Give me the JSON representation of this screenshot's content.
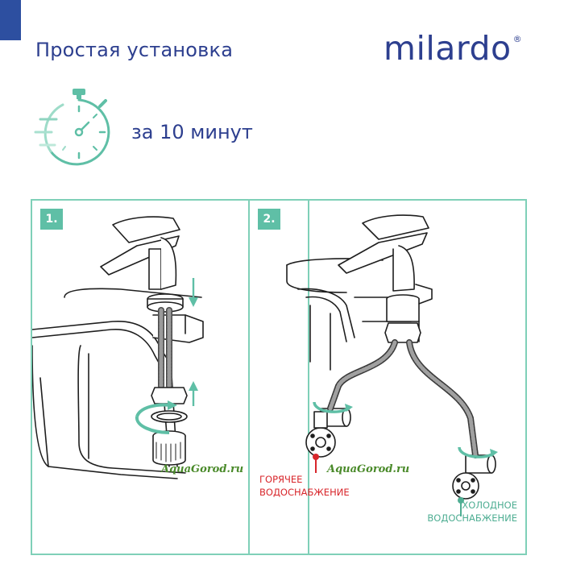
{
  "header": {
    "title": "Простая установка",
    "duration": "за 10 минут"
  },
  "brand": {
    "logo_text": "milardo",
    "logo_mark": "®",
    "color": "#2d3f8f"
  },
  "steps": [
    {
      "badge": "1.",
      "watermark": "AquaGorod.ru"
    },
    {
      "badge": "2.",
      "watermark": "AquaGorod.ru",
      "hot_label_line1": "ГОРЯЧЕЕ",
      "hot_label_line2": "ВОДОСНАБЖЕНИЕ",
      "cold_label_line1": "ХОЛОДНОЕ",
      "cold_label_line2": "ВОДОСНАБЖЕНИЕ"
    }
  ],
  "colors": {
    "accent": "#5fbfa6",
    "hot": "#d8262b",
    "cold": "#4fae93",
    "frame": "#7fd0b8"
  },
  "icons": {
    "stopwatch": "stopwatch-icon"
  }
}
